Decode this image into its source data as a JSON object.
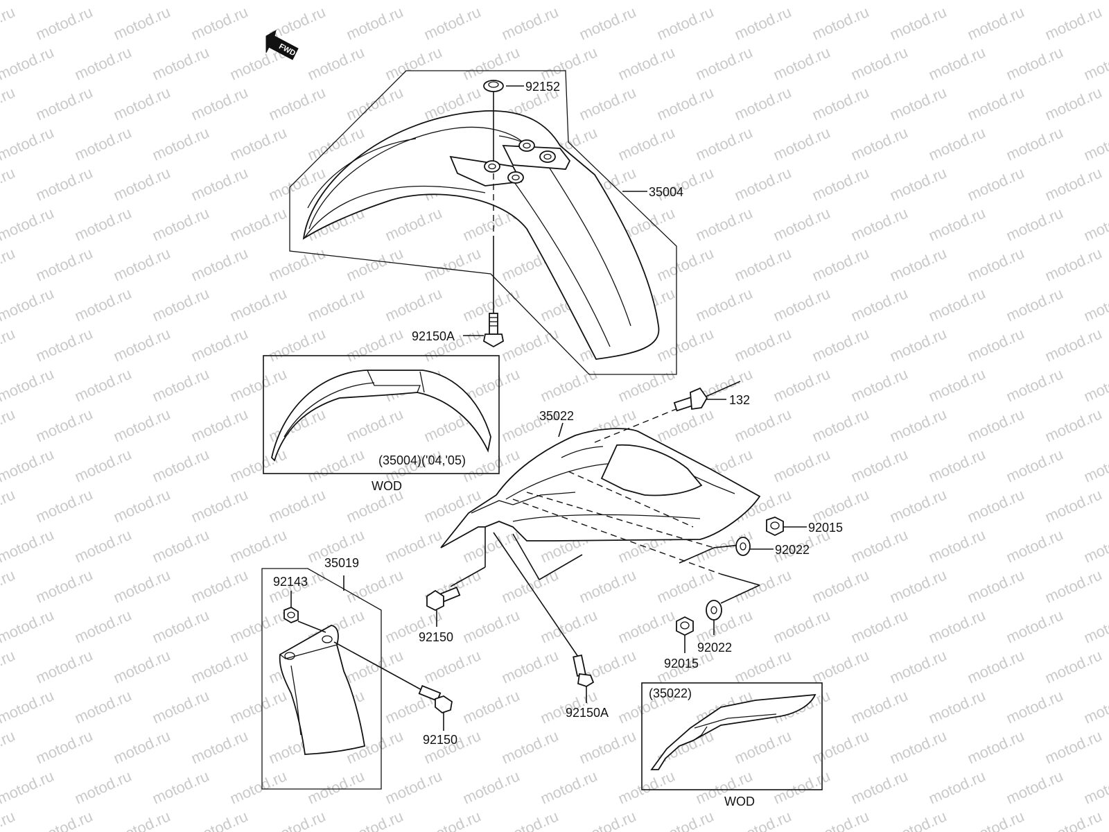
{
  "watermark": "motod.ru",
  "fwd_label": "FWD",
  "callouts": {
    "p92152": "92152",
    "p35004": "35004",
    "p92150a_top": "92150A",
    "p132": "132",
    "p35022": "35022",
    "p92015_right": "92015",
    "p92022_right": "92022",
    "p35019": "35019",
    "p92143": "92143",
    "p92150_mid": "92150",
    "p92015_low": "92015",
    "p92022_low": "92022",
    "p92150a_low": "92150A",
    "p92150_bottom": "92150"
  },
  "insets": {
    "front_variant_caption": "(35004)('04,'05)",
    "front_variant_label": "WOD",
    "rear_variant_caption": "(35022)",
    "rear_variant_label": "WOD"
  }
}
